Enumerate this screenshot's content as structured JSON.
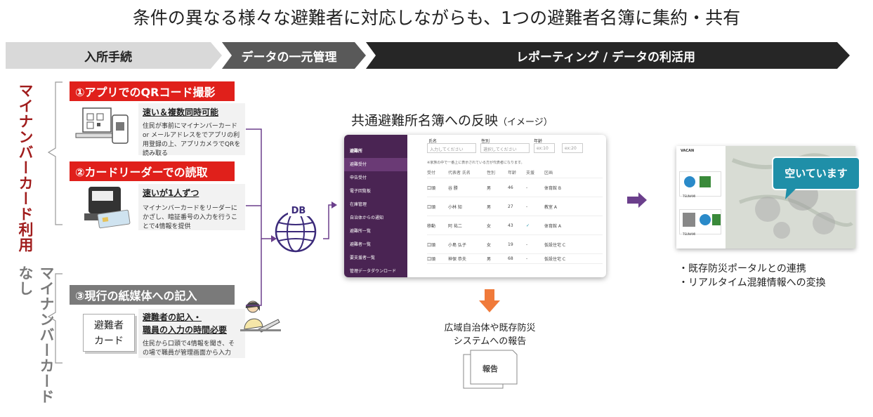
{
  "title": "条件の異なる様々な避難者に対応しながらも、1つの避難者名簿に集約・共有",
  "phases": [
    {
      "label": "入所手続"
    },
    {
      "label": "データの一元管理"
    },
    {
      "label": "レポーティング / データの利活用"
    }
  ],
  "groups": {
    "with_card": "マイナンバーカード利用",
    "without_card": "マイナンバーカードなし"
  },
  "methods": [
    {
      "title": "①アプリでのQRコード撮影",
      "head": "速い＆複数同時可能",
      "body": "住民が事前にマイナンバーカード or メールアドレスをでアプリの利用登録の上、アプリカメラでQRを読み取る"
    },
    {
      "title": "②カードリーダーでの読取",
      "head": "速いが1人ずつ",
      "body": "マイナンバーカードをリーダーにかざし、暗証番号の入力を行うことで4情報を提供"
    },
    {
      "title": "③現行の紙媒体への記入",
      "head1": "避難者の記入・",
      "head2": "職員の入力の時間必要",
      "body": "住民から口頭で4情報を聞き、その場で職員が管理画面から入力"
    }
  ],
  "card_label1": "避難者",
  "card_label2": "カード",
  "db_label": "DB",
  "roster_title": "共通避難所名簿への反映",
  "roster_sub": "（イメージ）",
  "app": {
    "sidebar_header": "避難所",
    "sidebar_items": [
      "避難受付",
      "申告受付",
      "電子回覧板",
      "在庫管理",
      "自治体からの通知",
      "避難所一覧",
      "避難者一覧",
      "要支援者一覧",
      "管理データダウンロード"
    ],
    "filter_labels": [
      "氏名",
      "性別",
      "年齢"
    ],
    "filter_placeholder": "入力してください",
    "select_placeholder": "選択してください",
    "age_from": "ex:10",
    "age_to": "ex:20",
    "note": "※家族の中で一番上に表示されている方が代表者になります。",
    "columns": [
      "受付",
      "代表者 氏名",
      "性別",
      "年齢",
      "支援",
      "区画"
    ],
    "rows": [
      [
        "口頭",
        "谷 勝",
        "男",
        "46",
        "-",
        "体育館 B"
      ],
      [
        "口頭",
        "小林 知",
        "男",
        "27",
        "-",
        "教室 A"
      ],
      [
        "移動",
        "阿 祐二",
        "女",
        "43",
        "✓",
        "体育館 A"
      ],
      [
        "口頭",
        "小島 弘子",
        "女",
        "19",
        "-",
        "仮設住宅 C"
      ],
      [
        "口頭",
        "神保 恭夫",
        "男",
        "68",
        "-",
        "仮設住宅 C"
      ]
    ]
  },
  "report_text1": "広域自治体や既存防災",
  "report_text2": "システムへの報告",
  "report_doc": "報告",
  "map": {
    "brand": "VACAN",
    "bubble": "空いています",
    "card1_label": "TSUNAMI",
    "card2_label": "TSUNAMI"
  },
  "bullets": [
    "・既存防災ポータルとの連携",
    "・リアルタイム混雑情報への変換"
  ],
  "colors": {
    "red": "#e0201b",
    "dark_red": "#a01c1c",
    "gray": "#7a7a7a",
    "purple": "#4a2453",
    "arrow_purple": "#6b3f8c",
    "orange": "#f07a3a",
    "map_bubble": "#1f8fa8"
  }
}
